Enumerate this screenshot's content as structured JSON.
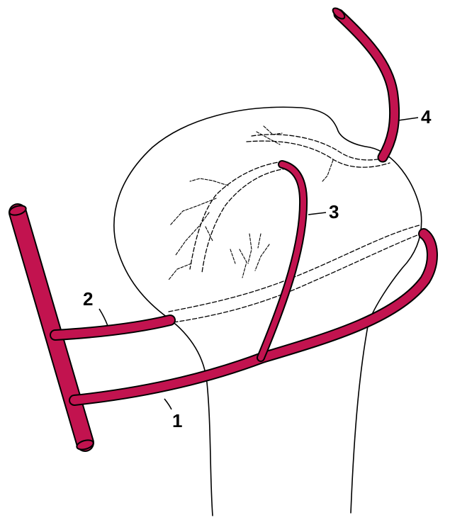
{
  "colors": {
    "vessel": "#c2134f",
    "outline": "#000000",
    "background": "#ffffff"
  },
  "labels": [
    {
      "id": "1",
      "text": "1"
    },
    {
      "id": "2",
      "text": "2"
    },
    {
      "id": "3",
      "text": "3"
    },
    {
      "id": "4",
      "text": "4"
    }
  ]
}
